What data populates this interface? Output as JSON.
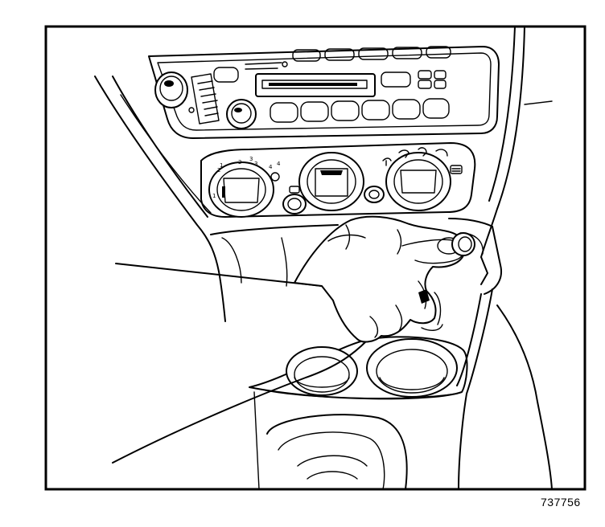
{
  "figure": {
    "number": "737756"
  },
  "dial_marks": [
    "1",
    "2",
    "3",
    "4"
  ],
  "colors": {
    "line": "#000000",
    "background": "#ffffff"
  }
}
